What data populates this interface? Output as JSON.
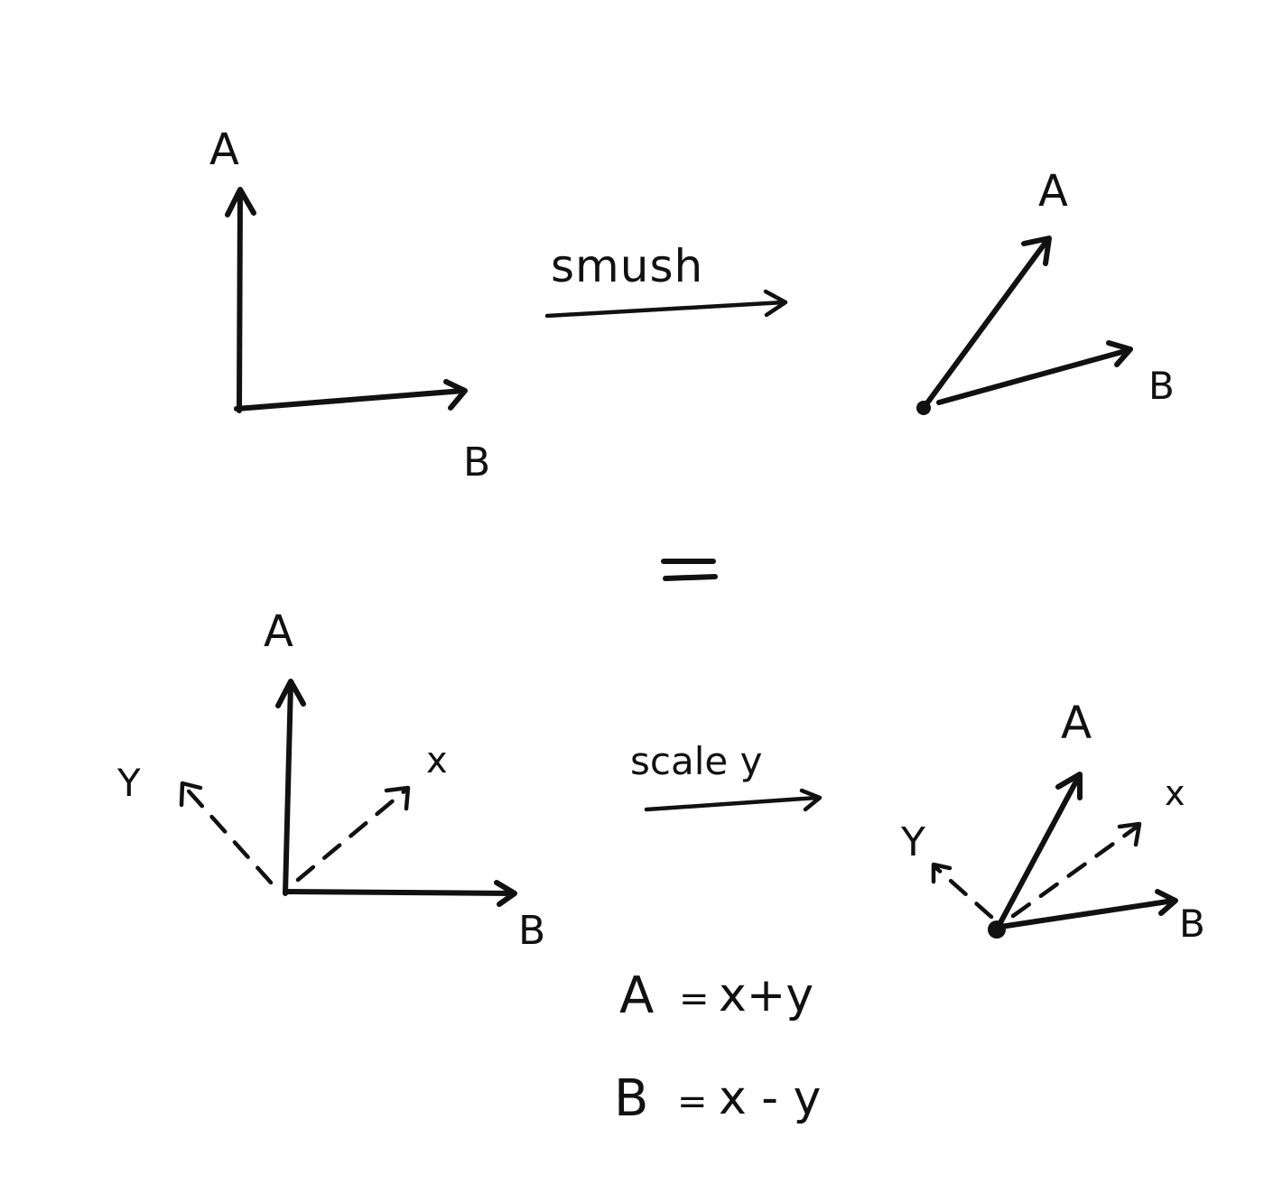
{
  "panels": {
    "top_left": {
      "label_a": "A",
      "label_b": "B"
    },
    "top_right": {
      "label_a": "A",
      "label_b": "B"
    },
    "bottom_left": {
      "label_a": "A",
      "label_b": "B",
      "label_x": "x",
      "label_y": "Y"
    },
    "bottom_right": {
      "label_a": "A",
      "label_b": "B",
      "label_x": "x",
      "label_y": "Y"
    }
  },
  "transforms": {
    "top": "smush",
    "bottom": "scale y"
  },
  "equals_sign": "=",
  "equations": {
    "a_lhs": "A",
    "a_eq": "=",
    "a_rhs": "x+y",
    "b_lhs": "B",
    "b_eq": "=",
    "b_rhs": "x - y"
  }
}
